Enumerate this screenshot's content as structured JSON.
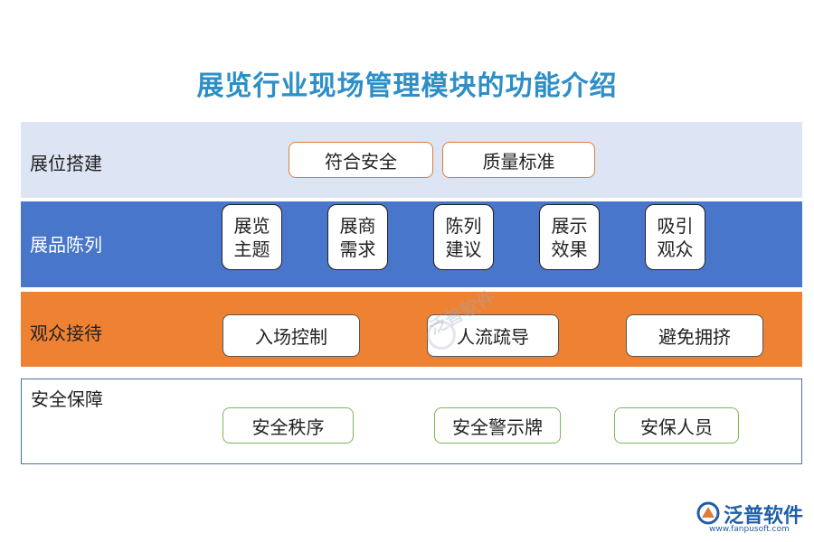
{
  "title": "展览行业现场管理模块的功能介绍",
  "rows": [
    {
      "label": "展位搭建",
      "items": [
        "符合安全",
        "质量标准"
      ],
      "fill": "#dde4f3",
      "border": "#e07b3a"
    },
    {
      "label": "展品陈列",
      "items": [
        "展览\n主题",
        "展商\n需求",
        "陈列\n建议",
        "展示\n效果",
        "吸引\n观众"
      ],
      "fill": "#4876cb",
      "border": "#222222"
    },
    {
      "label": "观众接待",
      "items": [
        "入场控制",
        "人流疏导",
        "避免拥挤"
      ],
      "fill": "#ee8132",
      "border": "#555555"
    },
    {
      "label": "安全保障",
      "items": [
        "安全秩序",
        "安全警示牌",
        "安保人员"
      ],
      "fill": "#ffffff",
      "border": "#7cb657"
    }
  ],
  "watermark": {
    "text": "泛普软件"
  },
  "logo": {
    "name": "泛普软件",
    "url": "www.fanpusoft.com"
  }
}
